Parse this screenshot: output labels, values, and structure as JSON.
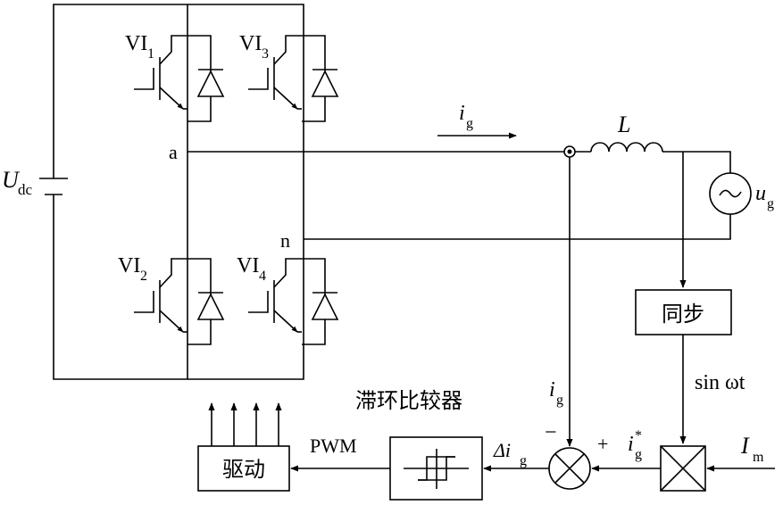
{
  "labels": {
    "vt1": "VI",
    "vt1_sub": "1",
    "vt3": "VI",
    "vt3_sub": "3",
    "vt2": "VI",
    "vt2_sub": "2",
    "vt4": "VI",
    "vt4_sub": "4",
    "node_a": "a",
    "node_n": "n",
    "udc": "U",
    "udc_sub": "dc",
    "ig_top": "i",
    "ig_top_sub": "g",
    "inductor": "L",
    "ug": "u",
    "ug_sub": "g",
    "ig_fb": "i",
    "ig_fb_sub": "g",
    "sync_block": "同步",
    "sinwt": "sin ωt",
    "minus": "−",
    "plus": "+",
    "igstar": "i",
    "igstar_sub": "g",
    "igstar_sup": "*",
    "im": "I",
    "im_sub": "m",
    "hysteresis_title": "滞环比较器",
    "delta_ig": "Δi",
    "delta_ig_sub": "g",
    "pwm": "PWM",
    "drive_block": "驱动"
  }
}
